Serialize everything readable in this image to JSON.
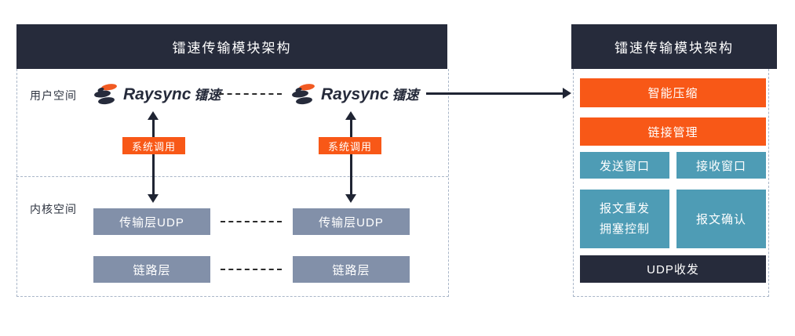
{
  "left_panel": {
    "title": "镭速传输模块架构",
    "user_space_label": "用户空间",
    "kernel_space_label": "内核空间",
    "logo": {
      "brand": "Raysync",
      "brand_cn": "镭速",
      "icon": "raysync-stacked-disks-icon"
    },
    "syscall_label": "系统调用",
    "transport_layer_label": "传输层UDP",
    "link_layer_label": "链路层"
  },
  "right_panel": {
    "title": "镭速传输模块架构",
    "smart_compression_label": "智能压缩",
    "link_management_label": "链接管理",
    "send_window_label": "发送窗口",
    "receive_window_label": "接收窗口",
    "packet_retransmission_label": "报文重发",
    "congestion_control_label": "拥塞控制",
    "packet_ack_label": "报文确认",
    "udp_label": "UDP收发"
  },
  "colors": {
    "header_bg": "#262B3B",
    "orange": "#F85817",
    "teal": "#4E9CB5",
    "gray_blue": "#8290A9",
    "dark_box": "#262B3B",
    "dashed_border": "#A9B6C8",
    "arrow": "#1F2433",
    "logo_orange": "#F15A22",
    "logo_navy": "#262B3B"
  }
}
